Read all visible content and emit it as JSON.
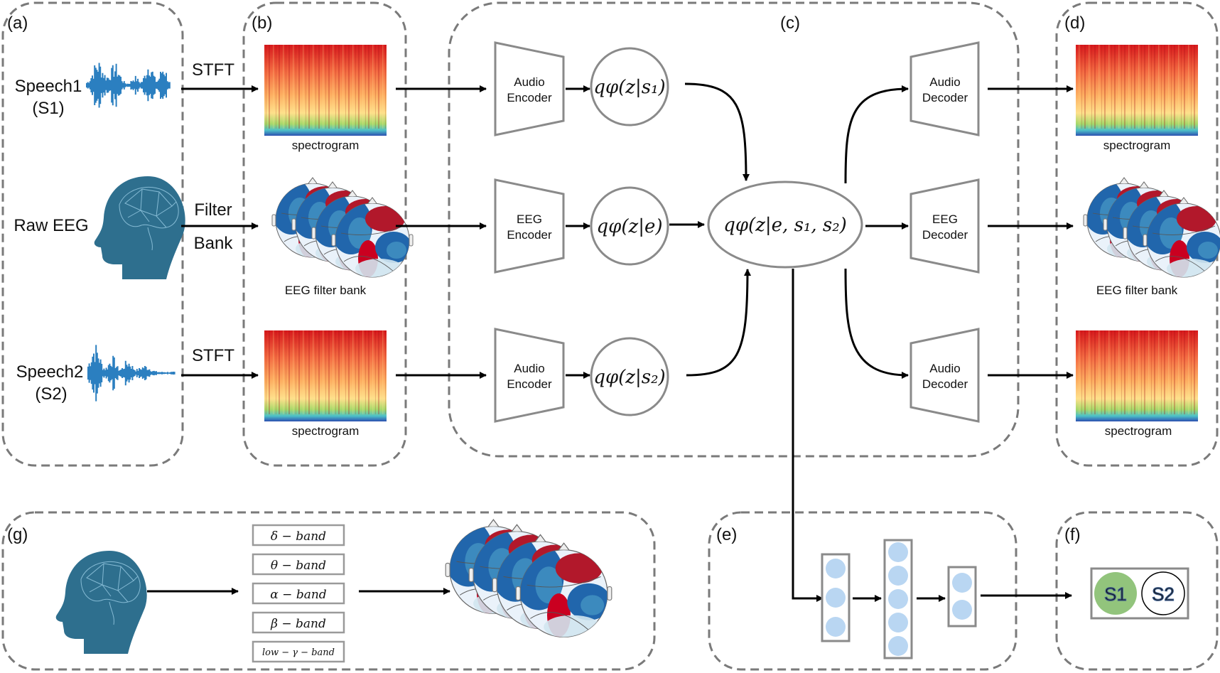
{
  "panels": {
    "a": "(a)",
    "b": "(b)",
    "c": "(c)",
    "d": "(d)",
    "e": "(e)",
    "f": "(f)",
    "g": "(g)"
  },
  "inputs": {
    "speech1_line1": "Speech1",
    "speech1_line2": "(S1)",
    "raw_eeg": "Raw EEG",
    "speech2_line1": "Speech2",
    "speech2_line2": "(S2)"
  },
  "transforms": {
    "stft_top": "STFT",
    "filter": "Filter",
    "bank": "Bank",
    "stft_bottom": "STFT"
  },
  "captions": {
    "spectrogram_b_top": "spectrogram",
    "eeg_b": "EEG filter bank",
    "spectrogram_b_bottom": "spectrogram",
    "spectrogram_d_top": "spectrogram",
    "eeg_d": "EEG filter bank",
    "spectrogram_d_bottom": "spectrogram"
  },
  "encoders": {
    "audio1_l1": "Audio",
    "audio1_l2": "Encoder",
    "eeg_l1": "EEG",
    "eeg_l2": "Encoder",
    "audio2_l1": "Audio",
    "audio2_l2": "Encoder"
  },
  "decoders": {
    "audio1_l1": "Audio",
    "audio1_l2": "Decoder",
    "eeg_l1": "EEG",
    "eeg_l2": "Decoder",
    "audio2_l1": "Audio",
    "audio2_l2": "Decoder"
  },
  "posteriors": {
    "s1": "qφ(z|s₁)",
    "e": "qφ(z|e)",
    "s2": "qφ(z|s₂)",
    "joint": "qφ(z|e, s₁, s₂)"
  },
  "bands": [
    "δ − band",
    "θ − band",
    "α − band",
    "β − band",
    "low − γ − band"
  ],
  "classes": {
    "s1": "S1",
    "s2": "S2"
  },
  "colors": {
    "head": "#2e6f8e",
    "waveform": "#2b7fc0",
    "s1_fill": "#92c47c",
    "eeg_red": "#b2182b",
    "eeg_blue": "#2166ac"
  }
}
